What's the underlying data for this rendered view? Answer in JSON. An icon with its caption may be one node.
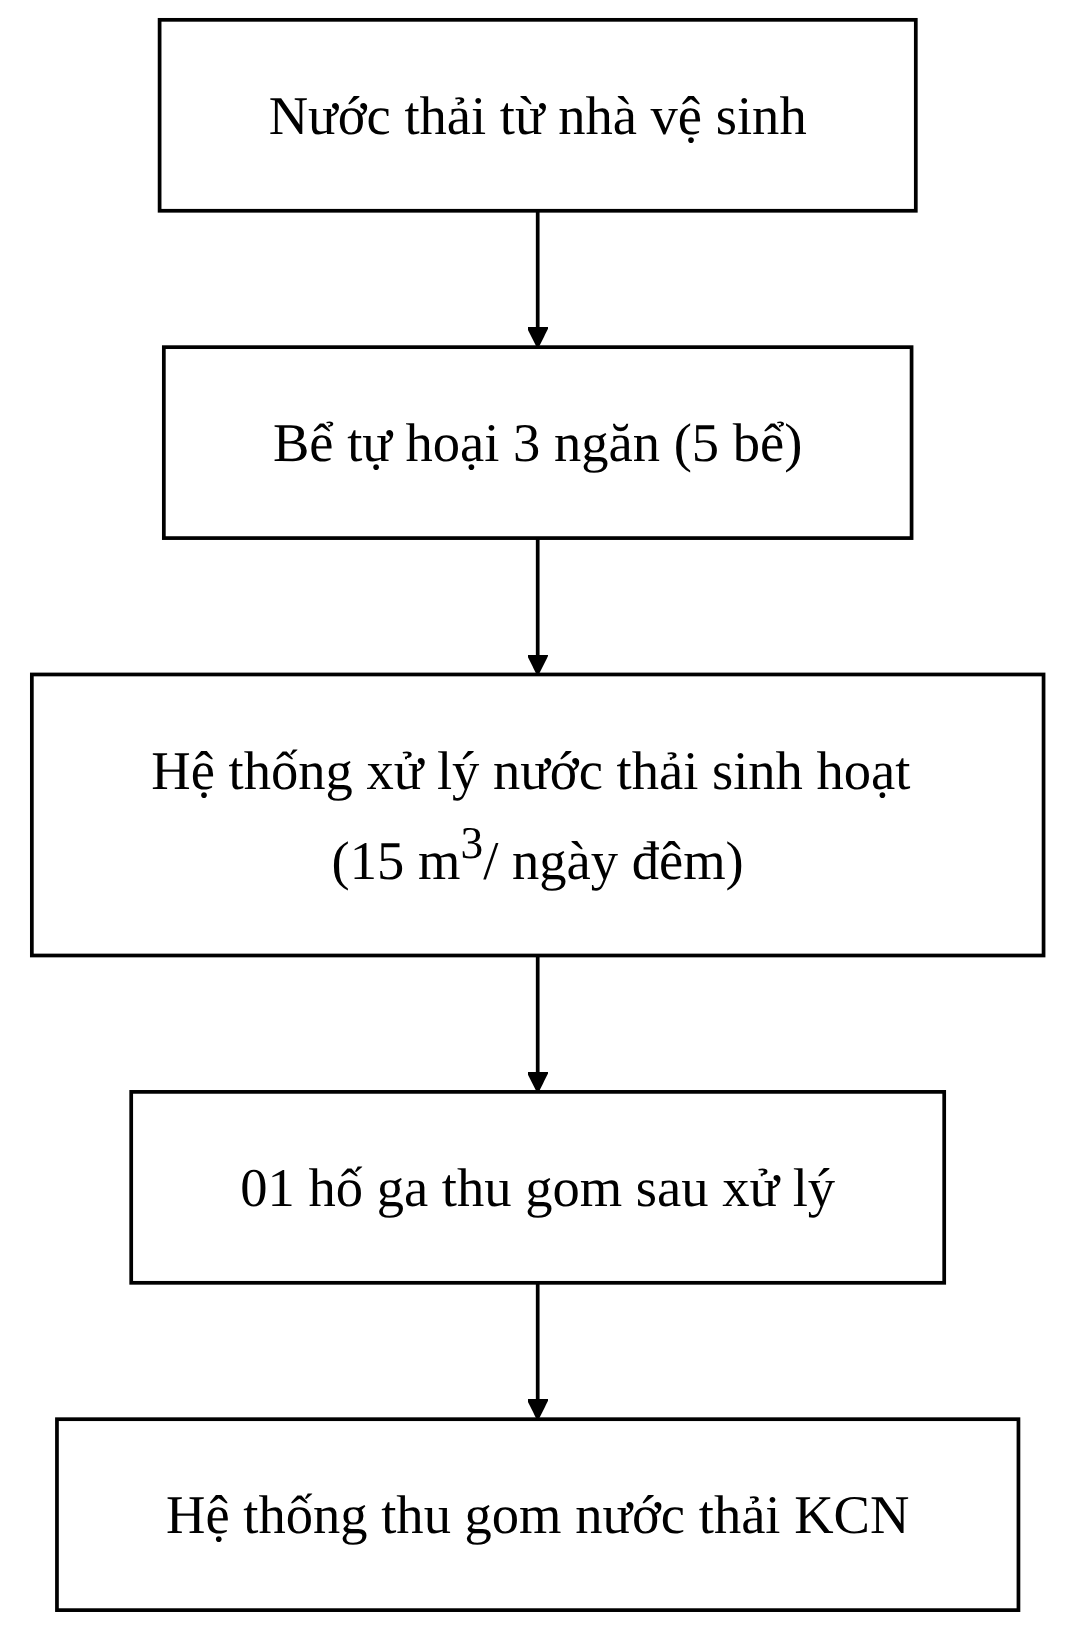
{
  "diagram": {
    "nodes": [
      {
        "text": [
          "Nước thải từ nhà vệ sinh"
        ]
      },
      {
        "text": [
          "Bể tự hoại 3 ngăn (5 bể)"
        ]
      },
      {
        "text": [
          "Hệ thống xử lý nước thải sinh hoạt (15 m$^{3}$/ ngày đêm)"
        ]
      },
      {
        "text": [
          "01 hố ga thu gom sau xử lý"
        ]
      },
      {
        "text": [
          "Hệ thống thu gom nước thải KCN"
        ]
      }
    ],
    "edges": [
      {
        "from": 0,
        "to": 1,
        "arrow": "to"
      },
      {
        "from": 1,
        "to": 2,
        "arrow": "to"
      },
      {
        "from": 2,
        "to": 3,
        "arrow": "to"
      },
      {
        "from": 3,
        "to": 4,
        "arrow": "to"
      }
    ]
  }
}
